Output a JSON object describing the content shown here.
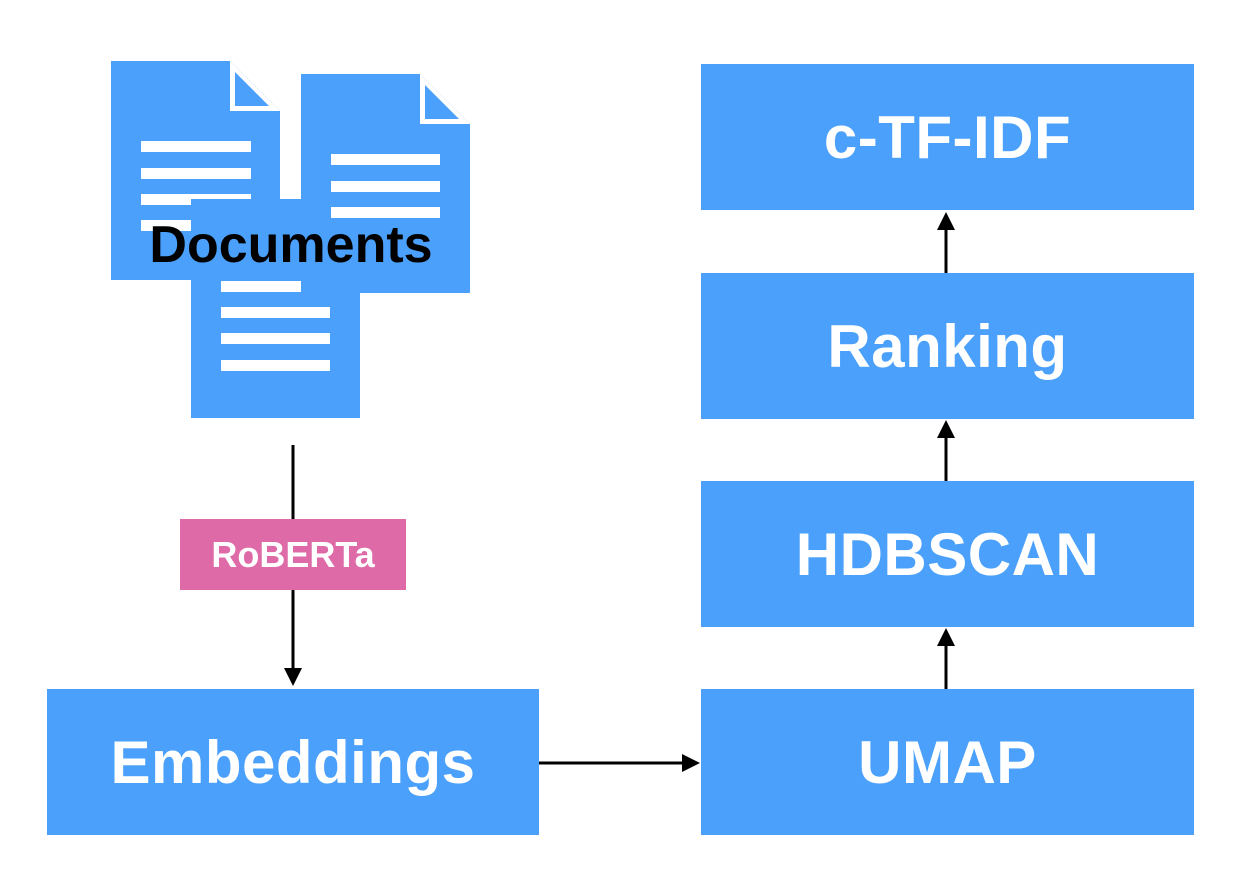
{
  "colors": {
    "box_blue": "#4aa0fa",
    "model_pink": "#de6aa7",
    "line_white": "#ffffff",
    "arrow_black": "#000000"
  },
  "documents": {
    "label": "Documents",
    "icon": "document-stack-icon"
  },
  "model": {
    "label": "RoBERTa"
  },
  "steps": {
    "embeddings": "Embeddings",
    "umap": "UMAP",
    "hdbscan": "HDBSCAN",
    "ranking": "Ranking",
    "ctfidf": "c-TF-IDF"
  }
}
